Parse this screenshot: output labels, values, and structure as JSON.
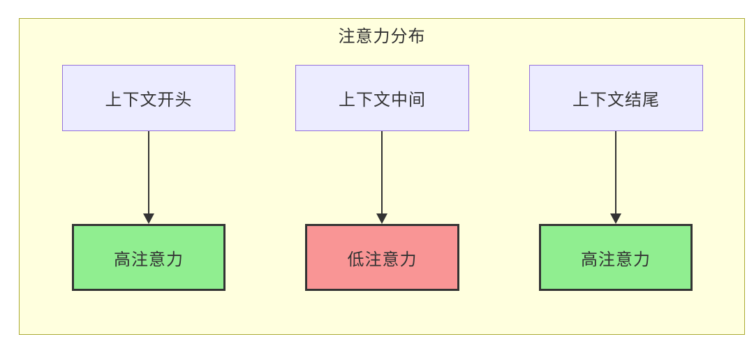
{
  "diagram": {
    "title": "注意力分布",
    "top_nodes": [
      {
        "label": "上下文开头"
      },
      {
        "label": "上下文中间"
      },
      {
        "label": "上下文结尾"
      }
    ],
    "bottom_nodes": [
      {
        "label": "高注意力",
        "level": "high"
      },
      {
        "label": "低注意力",
        "level": "low"
      },
      {
        "label": "高注意力",
        "level": "high"
      }
    ],
    "edges": [
      {
        "from": "上下文开头",
        "to": "高注意力"
      },
      {
        "from": "上下文中间",
        "to": "低注意力"
      },
      {
        "from": "上下文结尾",
        "to": "高注意力"
      }
    ],
    "colors": {
      "canvas_bg": "#ffffff",
      "container_fill": "#ffffde",
      "container_border": "#aaaa33",
      "context_fill": "#ececff",
      "context_border": "#9370db",
      "high_fill": "#90ee90",
      "low_fill": "#f99595",
      "result_border": "#333333",
      "arrow": "#333333",
      "text": "#333333"
    }
  }
}
